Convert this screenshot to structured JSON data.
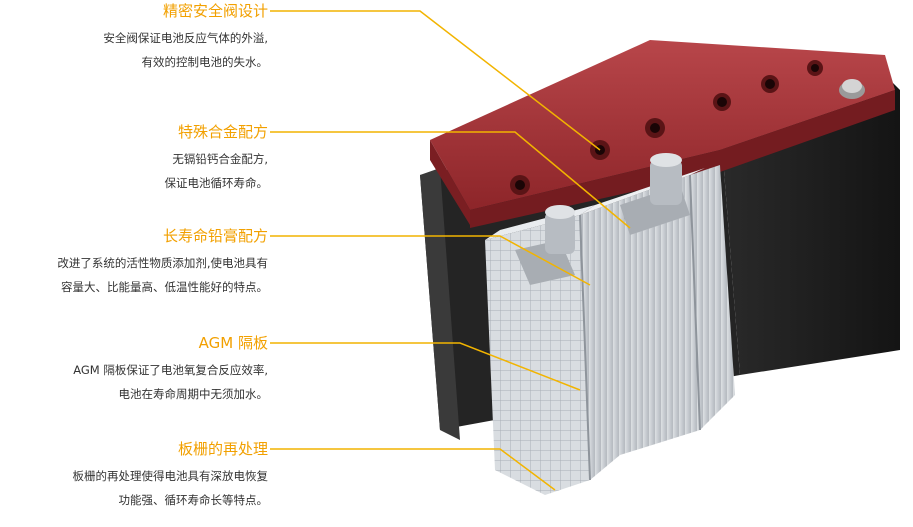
{
  "features": [
    {
      "title": "精密安全阀设计",
      "lines": [
        "安全阀保证电池反应气体的外溢,",
        "有效的控制电池的失水。"
      ]
    },
    {
      "title": "特殊合金配方",
      "lines": [
        "无镉铅钙合金配方,",
        "保证电池循环寿命。"
      ]
    },
    {
      "title": "长寿命铅膏配方",
      "lines": [
        "改进了系统的活性物质添加剂,使电池具有",
        "容量大、比能量高、低温性能好的特点。"
      ]
    },
    {
      "title": "AGM 隔板",
      "lines": [
        "AGM 隔板保证了电池氧复合反应效率,",
        "电池在寿命周期中无须加水。"
      ]
    },
    {
      "title": "板栅的再处理",
      "lines": [
        "板栅的再处理使得电池具有深放电恢复",
        "功能强、循环寿命长等特点。"
      ]
    }
  ],
  "colors": {
    "accent": "#f2a000",
    "lid": "#9b2e32",
    "case": "#1e1e1e",
    "plates": "#cfd3d8"
  }
}
